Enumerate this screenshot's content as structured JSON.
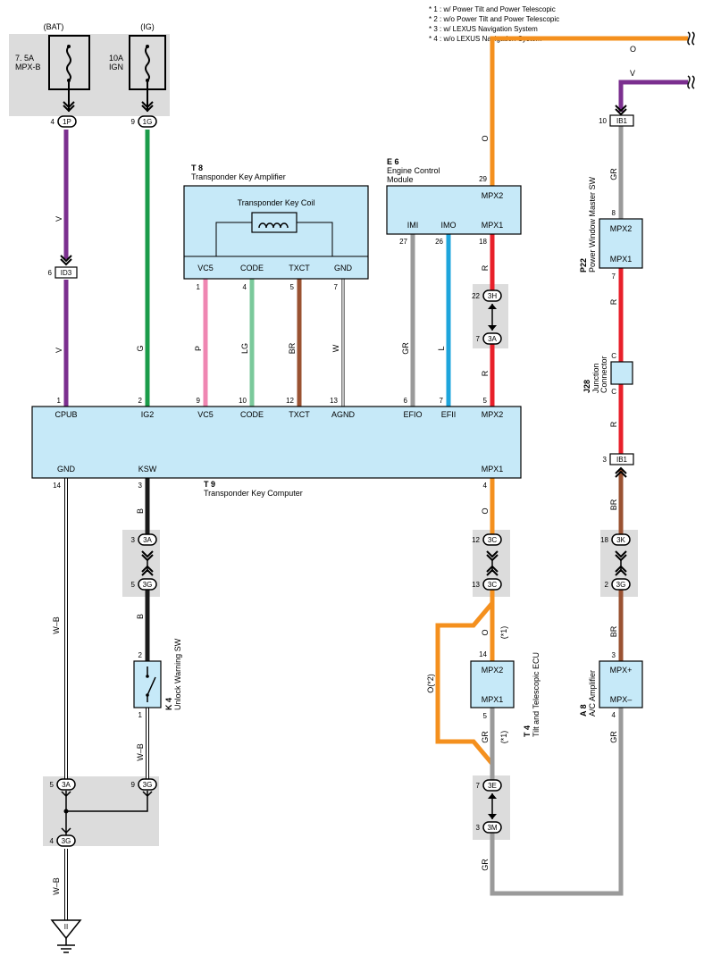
{
  "notes": [
    "* 1 : w/ Power Tilt and Power Telescopic",
    "* 2 : w/o Power Tilt and Power Telescopic",
    "* 3 : w/ LEXUS Navigation System",
    "* 4 : w/o LEXUS Navigation System"
  ],
  "power": {
    "bat": "(BAT)",
    "ig": "(IG)",
    "fuse1_amp": "7. 5A",
    "fuse1_name": "MPX-B",
    "fuse2_amp": "10A",
    "fuse2_name": "IGN",
    "conn1_pin": "4",
    "conn1_id": "1P",
    "conn2_pin": "9",
    "conn2_id": "1G"
  },
  "wires": {
    "v": "V",
    "g": "G",
    "p": "P",
    "lg": "LG",
    "br": "BR",
    "w": "W",
    "gr": "GR",
    "l": "L",
    "r": "R",
    "b": "B",
    "wb": "W–B",
    "o": "O",
    "o2": "O(*2)",
    "star1": "(*1)"
  },
  "colors": {
    "violet": "#7b2f8f",
    "green": "#1b9c4a",
    "pink": "#ef86b2",
    "light_green": "#7bc99b",
    "brown": "#9a5232",
    "gray": "#9a9a9a",
    "blue": "#1ea5dc",
    "red": "#e8202a",
    "orange": "#f4901e",
    "black": "#1a1a1a",
    "component_fill": "#c6e9f8",
    "shade": "#dcdcdc"
  },
  "t8": {
    "id": "T 8",
    "name": "Transponder Key Amplifier",
    "coil": "Transponder Key Coil",
    "pins": [
      "VC5",
      "CODE",
      "TXCT",
      "GND"
    ],
    "nums": [
      "1",
      "4",
      "5",
      "7"
    ]
  },
  "e6": {
    "id": "E 6",
    "name1": "Engine Control",
    "name2": "Module",
    "mpx2": "MPX2",
    "mpx2_num": "29",
    "pins": [
      "IMI",
      "IMO",
      "MPX1"
    ],
    "nums": [
      "27",
      "26",
      "18"
    ]
  },
  "t9": {
    "id": "T 9",
    "name": "Transponder Key Computer",
    "top_pins": [
      "CPUB",
      "IG2",
      "VC5",
      "CODE",
      "TXCT",
      "AGND",
      "EFIO",
      "EFII",
      "MPX2"
    ],
    "top_nums": [
      "1",
      "2",
      "9",
      "10",
      "12",
      "13",
      "6",
      "7",
      "5"
    ],
    "bottom_pins": [
      "GND",
      "KSW",
      "MPX1"
    ],
    "bottom_nums": [
      "14",
      "3",
      "4"
    ]
  },
  "connectors": {
    "id3_pin": "6",
    "id3": "ID3",
    "h3_pin": "22",
    "h3": "3H",
    "a3r_pin": "7",
    "a3r": "3A",
    "a3_pin": "3",
    "a3": "3A",
    "g3_pin": "5",
    "g3": "3G",
    "c3a_pin": "12",
    "c3a": "3C",
    "c3b_pin": "13",
    "c3b": "3C",
    "e3_pin": "7",
    "e3": "3E",
    "m3_pin": "3",
    "m3": "3M",
    "ib1t_pin": "10",
    "ib1t": "IB1",
    "ib1b_pin": "3",
    "ib1b": "IB1",
    "k3_pin": "18",
    "k3": "3K",
    "g3r_pin": "2",
    "g3r": "3G",
    "ja_pin": "5",
    "ja": "3A",
    "jg_pin": "9",
    "jg": "3G",
    "jb_pin": "4",
    "jb": "3G"
  },
  "k4": {
    "id": "K 4",
    "name": "Unlock Warning SW",
    "pin_top": "2",
    "pin_bot": "1"
  },
  "t4": {
    "id": "T 4",
    "name": "Tilt and Telescopic ECU",
    "mpx2": "MPX2",
    "mpx1": "MPX1",
    "pin_top": "14",
    "pin_bot": "5"
  },
  "p22": {
    "id": "P22",
    "name": "Power Window Master SW",
    "mpx2": "MPX2",
    "mpx1": "MPX1",
    "pin_top": "8",
    "pin_bot": "7"
  },
  "j28": {
    "id": "J28",
    "name1": "Junction",
    "name2": "Connector",
    "c": "C"
  },
  "a8": {
    "id": "A 8",
    "name": "A/C Amplifier",
    "plus": "MPX+",
    "minus": "MPX–",
    "pin_top": "3",
    "pin_bot": "4"
  },
  "ground": {
    "symbol": "II"
  }
}
